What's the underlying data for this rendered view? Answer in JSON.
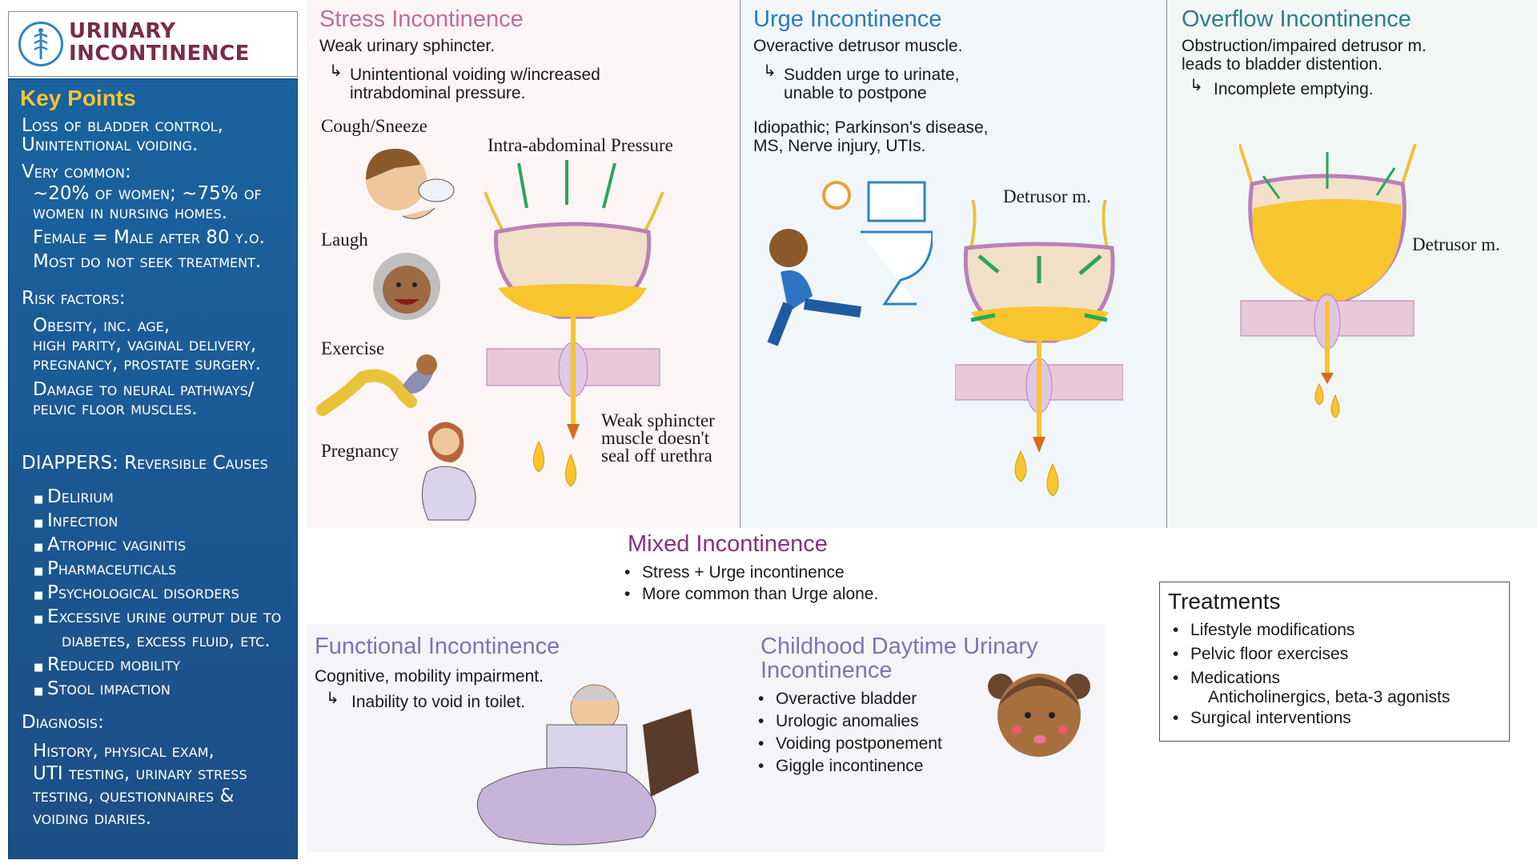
{
  "title": "URINARY INCONTINENCE",
  "sidebar": {
    "heading": "Key Points",
    "lines": [
      "Loss of bladder control,",
      "Unintentional voiding.",
      "Very common:",
      "~20% of women; ~75% of",
      "women in nursing homes.",
      "Female = Male after 80 y.o.",
      "Most do not seek treatment.",
      "Risk factors:",
      "Obesity, inc. age,",
      "high parity, vaginal delivery,",
      "pregnancy, prostate surgery.",
      "Damage to neural pathways/",
      "pelvic floor muscles.",
      "DIAPPERS: Reversible Causes",
      "Delirium",
      "Infection",
      "Atrophic vaginitis",
      "Pharmaceuticals",
      "Psychological disorders",
      "Excessive urine output due to",
      "diabetes, excess fluid, etc.",
      "Reduced mobility",
      "Stool impaction",
      "Diagnosis:",
      "History, physical exam,",
      "UTI testing, urinary stress",
      "testing, questionnaires &",
      "voiding diaries."
    ]
  },
  "stress": {
    "title": "Stress Incontinence",
    "line1": "Weak urinary sphincter.",
    "line2a": "Unintentional voiding w/increased",
    "line2b": "intrabdominal pressure.",
    "causes": [
      "Cough/Sneeze",
      "Laugh",
      "Exercise",
      "Pregnancy"
    ],
    "label_pressure": "Intra-abdominal Pressure",
    "label_sphincter": [
      "Weak sphincter",
      "muscle doesn't",
      "seal off urethra"
    ]
  },
  "urge": {
    "title": "Urge Incontinence",
    "line1": "Overactive detrusor muscle.",
    "line2a": "Sudden urge to urinate,",
    "line2b": "unable to postpone",
    "line3a": "Idiopathic; Parkinson's disease,",
    "line3b": "MS, Nerve injury, UTIs.",
    "label_detrusor": "Detrusor m."
  },
  "overflow": {
    "title": "Overflow Incontinence",
    "line1": "Obstruction/impaired detrusor m.",
    "line2": "leads to bladder distention.",
    "line3": "Incomplete emptying.",
    "label_detrusor": "Detrusor m."
  },
  "mixed": {
    "title": "Mixed Incontinence",
    "bullets": [
      "Stress + Urge incontinence",
      "More common than Urge alone."
    ]
  },
  "functional": {
    "title": "Functional Incontinence",
    "line1": "Cognitive, mobility impairment.",
    "line2": "Inability to void in toilet."
  },
  "childhood": {
    "title_a": "Childhood Daytime Urinary",
    "title_b": "Incontinence",
    "bullets": [
      "Overactive bladder",
      "Urologic anomalies",
      "Voiding postponement",
      "Giggle incontinence"
    ]
  },
  "treatments": {
    "title": "Treatments",
    "bullets": [
      "Lifestyle modifications",
      "Pelvic floor exercises",
      "Medications",
      "Surgical interventions"
    ],
    "sub": "Anticholinergics, beta-3 agonists"
  },
  "colors": {
    "stress_title": "#c46a9a",
    "urge_title": "#2b7bbd",
    "overflow_title": "#2d7d86",
    "mixed_title": "#8a2c8a",
    "functional_title": "#7b74b0",
    "sidebar_bg": "#1c5a96",
    "key_points": "#f6c531",
    "urine": "#f7c52d",
    "bladder_wall": "#b880b8",
    "arrow_green": "#2aa65a"
  }
}
